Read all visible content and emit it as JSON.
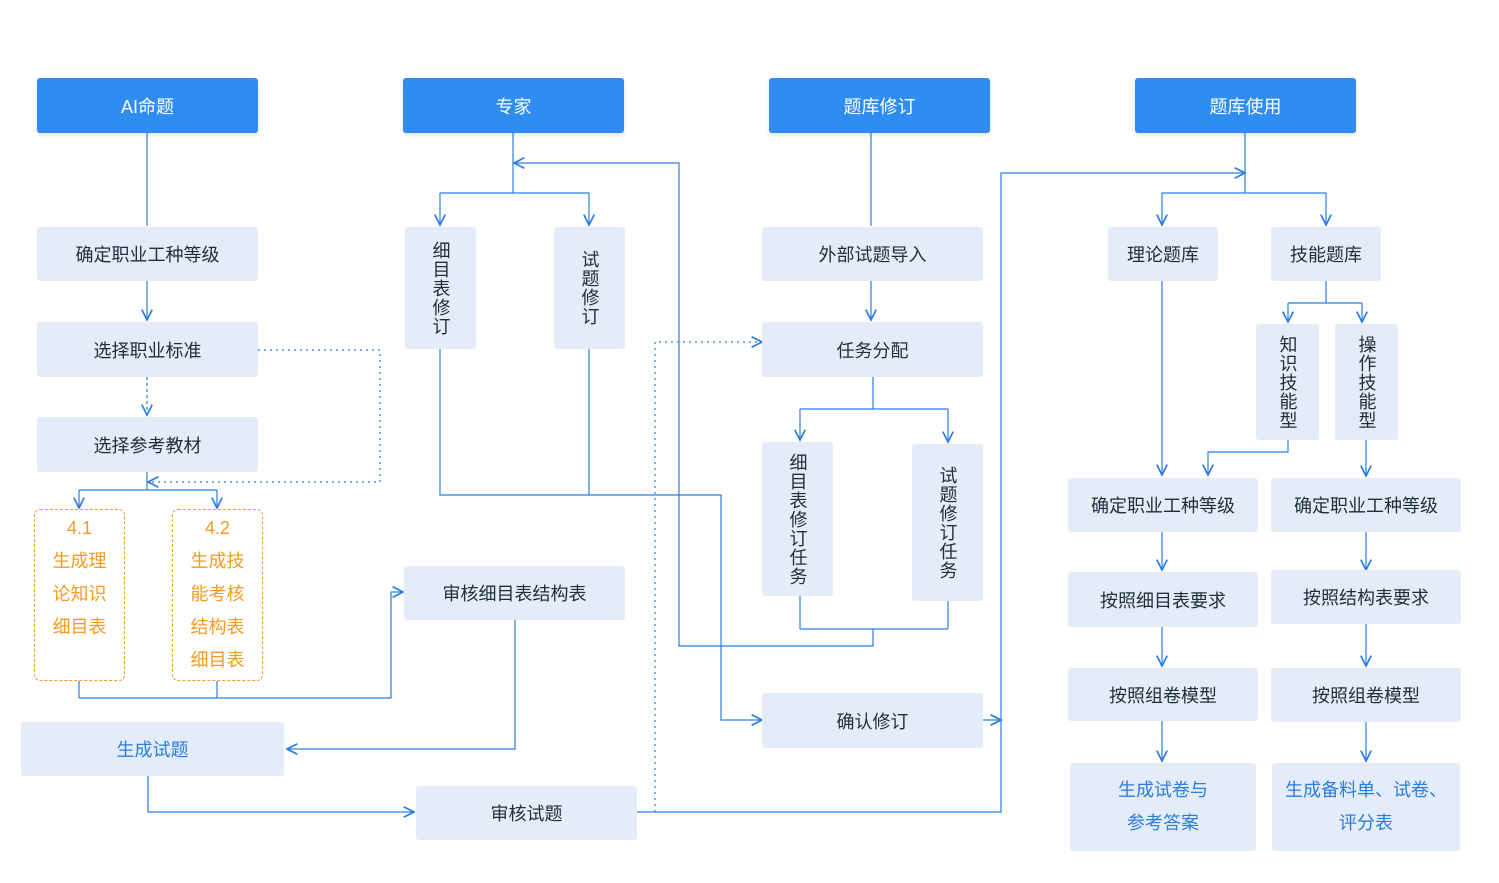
{
  "headers": {
    "ai": "AI命题",
    "expert": "专家",
    "revision": "题库修订",
    "usage": "题库使用"
  },
  "ai_flow": {
    "determine_level": "确定职业工种等级",
    "select_standard": "选择职业标准",
    "select_material": "选择参考教材",
    "gen_theory": "4.1\n生成理\n论知识\n细目表",
    "gen_skill": "4.2\n生成技\n能考核\n结构表\n细目表",
    "review_structure": "审核细目表结构表",
    "generate_questions": "生成试题",
    "review_questions": "审核试题"
  },
  "expert_flow": {
    "detail_table_revise": "细目表修订",
    "question_revise": "试题修订"
  },
  "revision_flow": {
    "external_import": "外部试题导入",
    "task_assign": "任务分配",
    "detail_table_task": "细目表修订任务",
    "question_task": "试题修订任务",
    "confirm_revise": "确认修订"
  },
  "usage_flow": {
    "theory_bank": "理论题库",
    "skill_bank": "技能题库",
    "knowledge_skill": "知识技能型",
    "operation_skill": "操作技能型",
    "left_determine_level": "确定职业工种等级",
    "right_determine_level": "确定职业工种等级",
    "by_detail_table": "按照细目表要求",
    "by_structure_table": "按照结构表要求",
    "left_by_model": "按照组卷模型",
    "right_by_model": "按照组卷模型",
    "gen_paper_answers": "生成试卷与\n参考答案",
    "gen_materials": "生成备料单、试卷、\n评分表"
  },
  "colors": {
    "header_bg": "#2f8cf0",
    "box_bg": "#e3ecf8",
    "line": "#2b7de0",
    "orange": "#f59a23"
  }
}
